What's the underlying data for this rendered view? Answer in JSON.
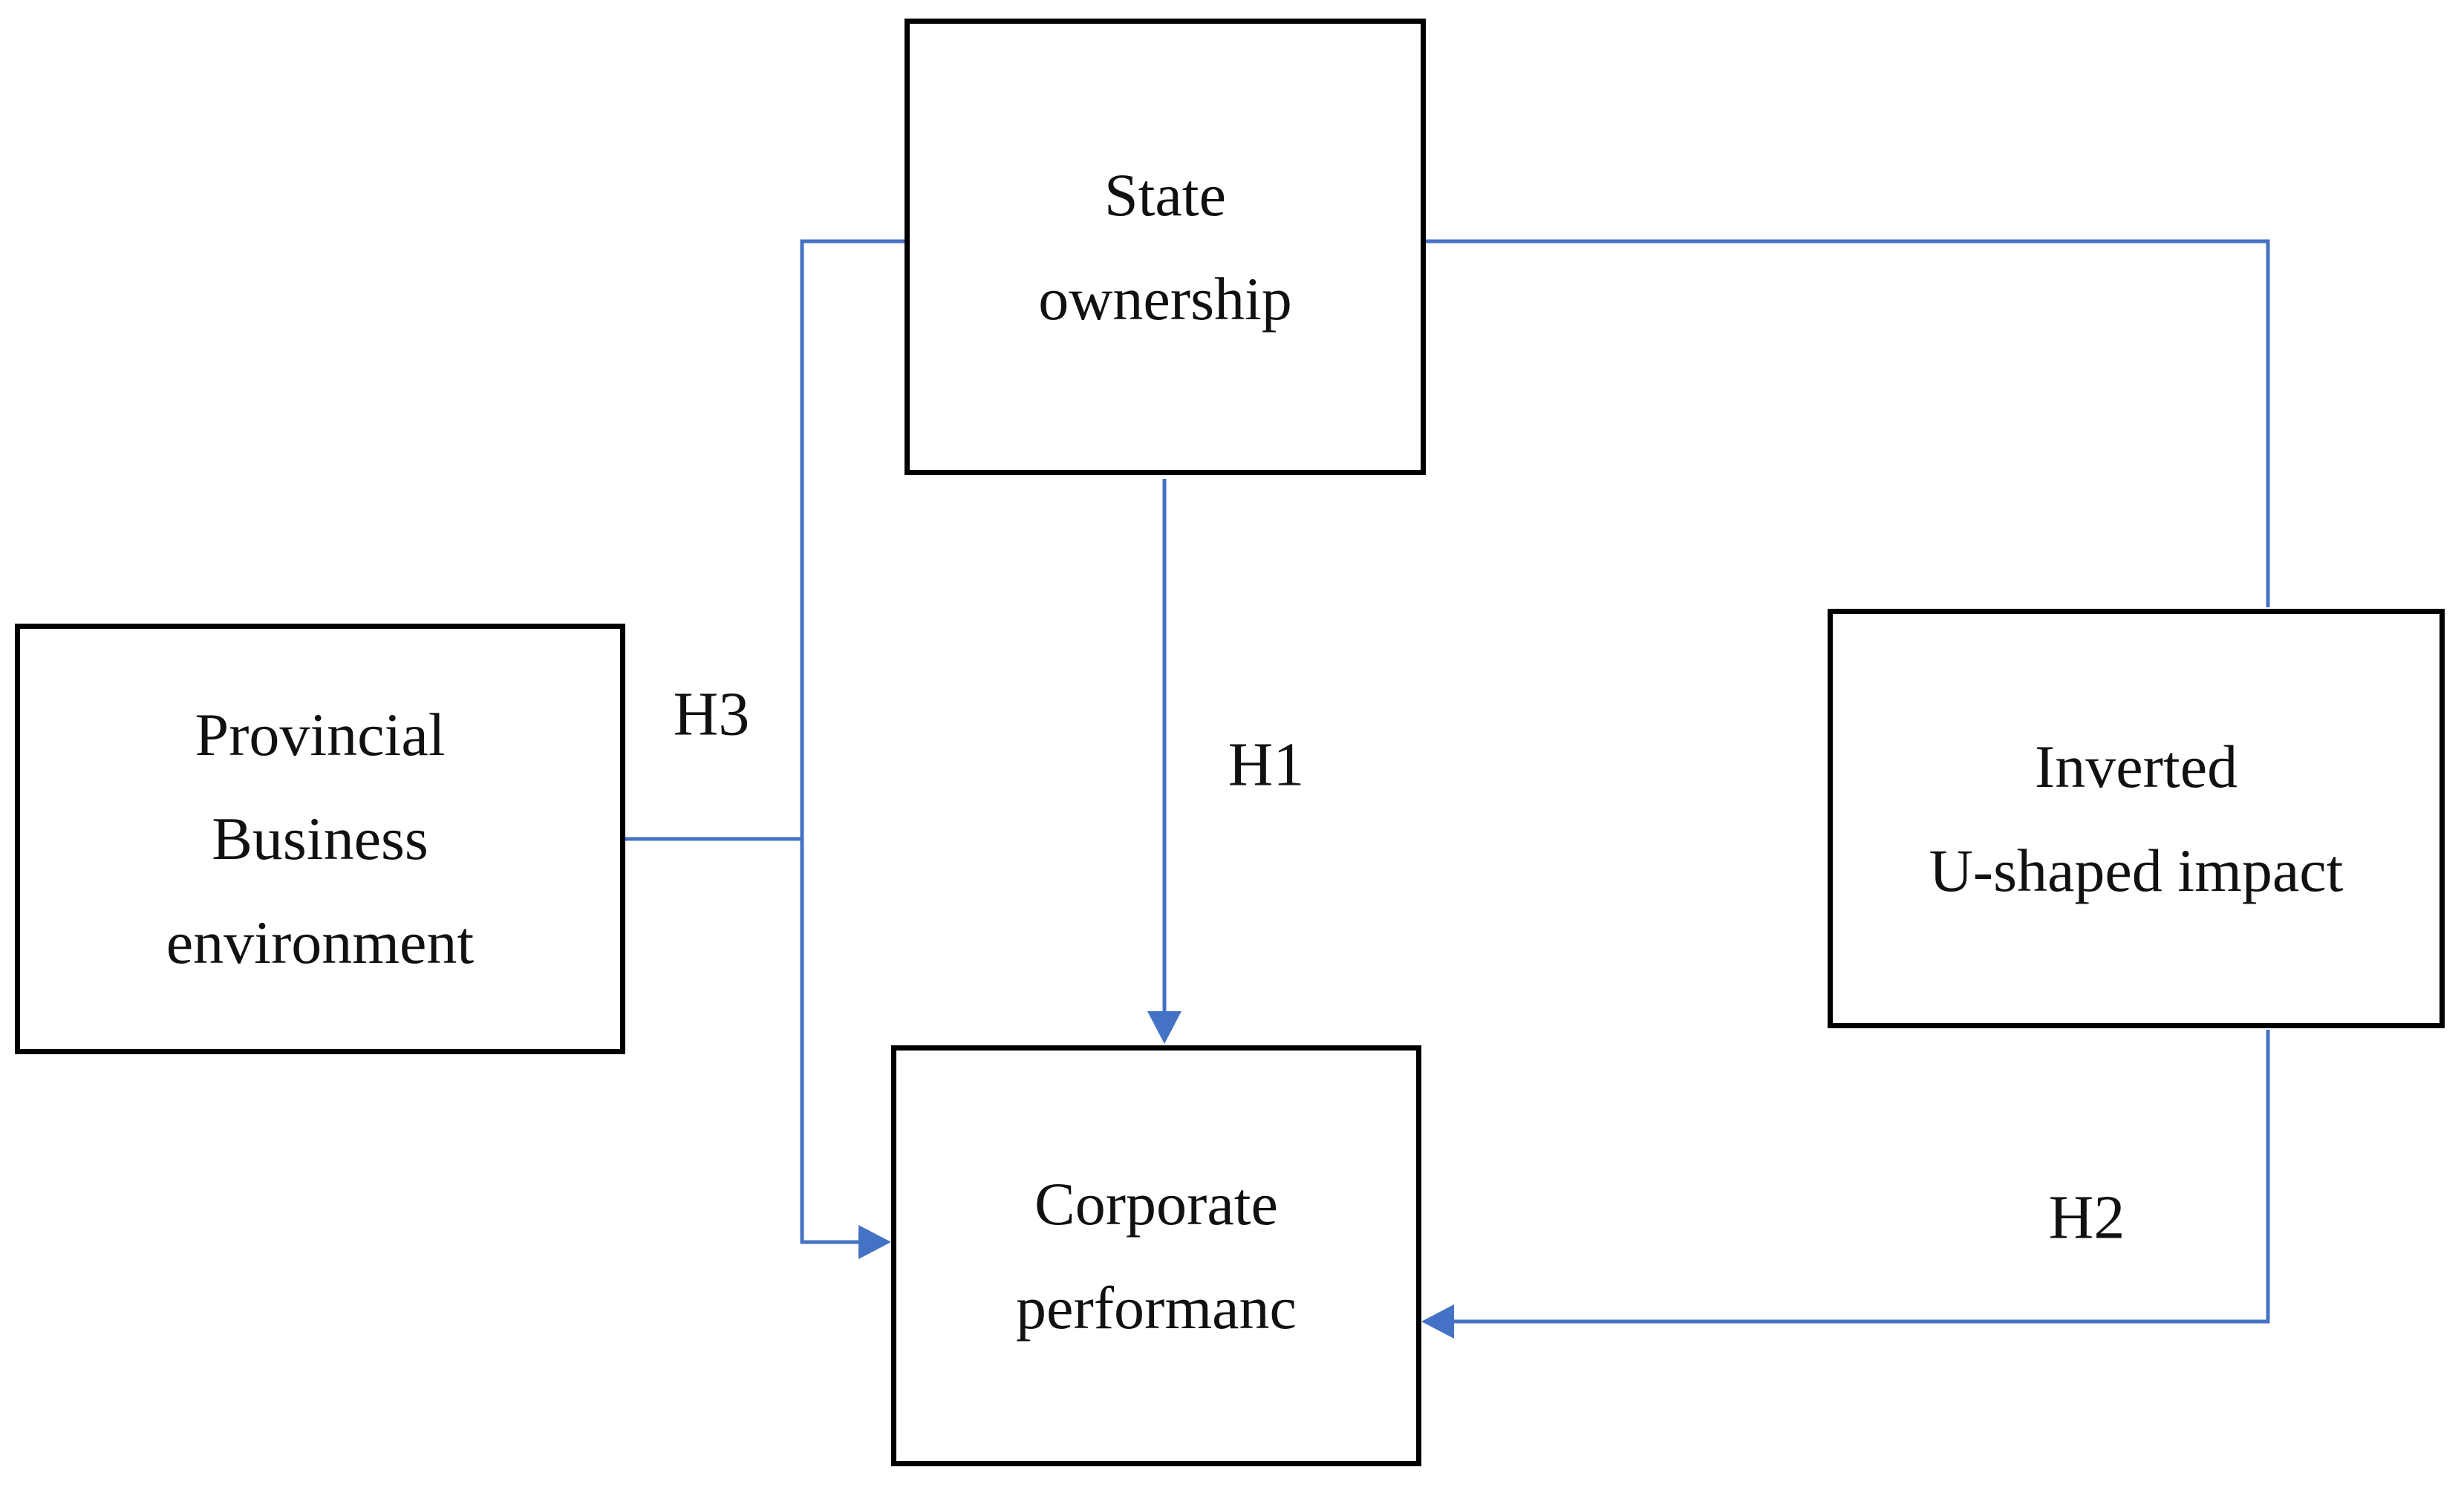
{
  "figure": {
    "type": "conceptual-model-diagram",
    "colors": {
      "connector": "#4472C4",
      "border": "#000000",
      "text": "#111111",
      "background": "#ffffff"
    }
  },
  "nodes": {
    "state_ownership": {
      "lines": [
        "State",
        "ownership"
      ]
    },
    "provincial_business_environment": {
      "lines": [
        "Provincial",
        "Business",
        "environment"
      ]
    },
    "inverted_u_shaped_impact": {
      "lines": [
        "Inverted",
        "U-shaped impact"
      ]
    },
    "corporate_performance": {
      "lines": [
        "Corporate",
        "performanc"
      ]
    }
  },
  "edge_labels": {
    "h1": "H1",
    "h2": "H2",
    "h3": "H3"
  },
  "edges": [
    {
      "from": "state_ownership",
      "to": "corporate_performance",
      "label": "H1",
      "style": "arrow-down"
    },
    {
      "from": "inverted_u_shaped_impact",
      "to": "corporate_performance",
      "label": "H2",
      "style": "arrow-left"
    },
    {
      "from": "provincial_business_environment",
      "to": "corporate_performance",
      "label": "H3",
      "style": "arrow-right"
    },
    {
      "from": "state_ownership",
      "to": "inverted_u_shaped_impact",
      "label": "",
      "style": "plain"
    }
  ]
}
